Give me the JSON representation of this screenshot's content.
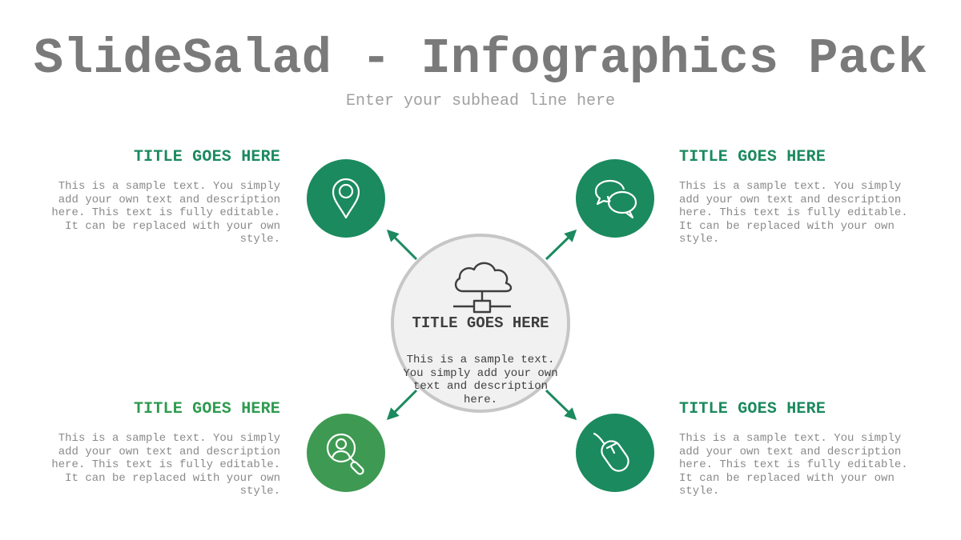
{
  "header": {
    "title": "SlideSalad - Infographics Pack",
    "subtitle": "Enter your subhead line here"
  },
  "center": {
    "icon": "cloud-network-icon",
    "title": "TITLE GOES HERE",
    "description": "This is a sample text. You simply add your own text and description here."
  },
  "items": [
    {
      "icon": "location-pin-icon",
      "title": "TITLE GOES HERE",
      "description": "This is a sample text. You simply add your own text and description here. This text is fully editable. It can be replaced with your own style."
    },
    {
      "icon": "chat-bubbles-icon",
      "title": "TITLE GOES HERE",
      "description": "This is a sample text. You simply add your own text and description here. This text is fully editable. It can be replaced with your own style."
    },
    {
      "icon": "user-search-icon",
      "title": "TITLE GOES HERE",
      "description": "This is a sample text. You simply add your own text and description here. This text is fully editable. It can be replaced with your own style."
    },
    {
      "icon": "mouse-icon",
      "title": "TITLE GOES HERE",
      "description": "This is a sample text. You simply add your own text and description here. This text is fully editable. It can be replaced with your own style."
    }
  ],
  "colors": {
    "primary_green": "#1b8a5f",
    "secondary_green": "#3e9a52",
    "title_gray": "#7a7a7a",
    "text_gray": "#8a8a8a",
    "center_fill": "#f1f1f1",
    "center_border": "#c6c6c6"
  }
}
